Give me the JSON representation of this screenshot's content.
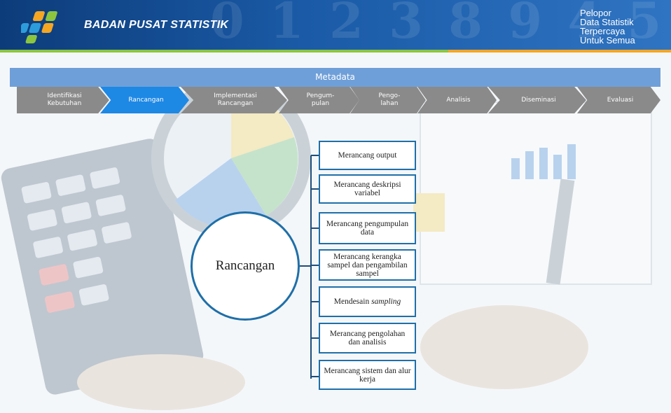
{
  "header": {
    "org_name": "BADAN PUSAT STATISTIK",
    "tagline": [
      "Pelopor",
      "Data Statistik",
      "Terpercaya",
      "Untuk Semua"
    ],
    "colors": {
      "primary": "#1a5aa6",
      "stripe_green": "#8cc63f",
      "stripe_orange": "#f5a623"
    }
  },
  "metadata_label": "Metadata",
  "phases": [
    {
      "label": "Identifikasi\nKebutuhan",
      "active": false
    },
    {
      "label": "Rancangan",
      "active": true
    },
    {
      "label": "Implementasi\nRancangan",
      "active": false
    },
    {
      "label": "Pengum-\npulan",
      "active": false
    },
    {
      "label": "Pengo-\nlahan",
      "active": false
    },
    {
      "label": "Analisis",
      "active": false
    },
    {
      "label": "Diseminasi",
      "active": false
    },
    {
      "label": "Evaluasi",
      "active": false
    }
  ],
  "phase_colors": {
    "active": "#1e88e5",
    "inactive": "#8a8a8a"
  },
  "center_label": "Rancangan",
  "steps": [
    {
      "label": "Merancang output"
    },
    {
      "label": "Merancang deskripsi variabel"
    },
    {
      "label": "Merancang pengumpulan data"
    },
    {
      "label": "Merancang kerangka sampel dan pengambilan sampel"
    },
    {
      "label_prefix": "Mendesain ",
      "label_italic": "sampling"
    },
    {
      "label": "Merancang pengolahan dan analisis"
    },
    {
      "label": "Merancang sistem dan alur kerja"
    }
  ]
}
